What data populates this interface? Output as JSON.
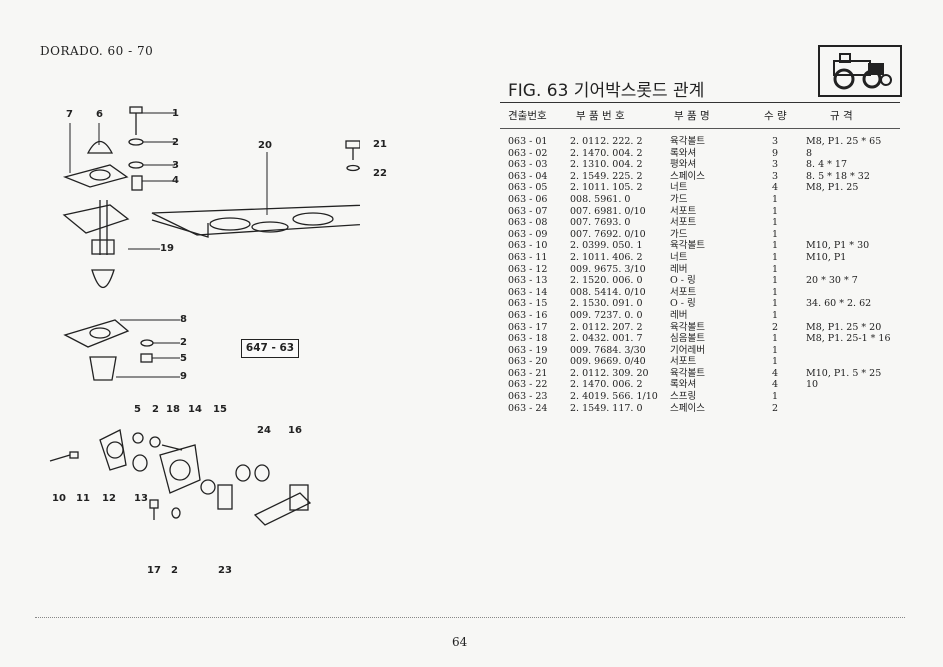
{
  "header": {
    "model": "DORADO. 60 - 70"
  },
  "figure": {
    "title": "FIG. 63 기어박스롯드 관계",
    "code": "647 - 63"
  },
  "table": {
    "columns": [
      "견출번호",
      "부 품 번 호",
      "부 품 명",
      "수 량",
      "규 격"
    ],
    "rows": [
      [
        "063 - 01",
        "2. 0112. 222. 2",
        "육각볼트",
        "3",
        "M8, P1. 25 * 65"
      ],
      [
        "063 - 02",
        "2. 1470. 004. 2",
        "록와셔",
        "9",
        "8"
      ],
      [
        "063 - 03",
        "2. 1310. 004. 2",
        "평와셔",
        "3",
        "8. 4 * 17"
      ],
      [
        "063 - 04",
        "2. 1549. 225. 2",
        "스페이스",
        "3",
        "8. 5 * 18 * 32"
      ],
      [
        "063 - 05",
        "2. 1011. 105. 2",
        "너트",
        "4",
        "M8, P1. 25"
      ],
      [
        "063 - 06",
        "008. 5961. 0",
        "가드",
        "1",
        ""
      ],
      [
        "063 - 07",
        "007. 6981. 0/10",
        "서포트",
        "1",
        ""
      ],
      [
        "063 - 08",
        "007. 7693. 0",
        "서포트",
        "1",
        ""
      ],
      [
        "063 - 09",
        "007. 7692. 0/10",
        "가드",
        "1",
        ""
      ],
      [
        "063 - 10",
        "2. 0399. 050. 1",
        "육각볼트",
        "1",
        "M10, P1 * 30"
      ],
      [
        "063 - 11",
        "2. 1011. 406. 2",
        "너트",
        "1",
        "M10, P1"
      ],
      [
        "063 - 12",
        "009. 9675. 3/10",
        "레버",
        "1",
        ""
      ],
      [
        "063 - 13",
        "2. 1520. 006. 0",
        "O - 링",
        "1",
        "20 * 30 * 7"
      ],
      [
        "063 - 14",
        "008. 5414. 0/10",
        "서포트",
        "1",
        ""
      ],
      [
        "063 - 15",
        "2. 1530. 091. 0",
        "O - 링",
        "1",
        "34. 60 * 2. 62"
      ],
      [
        "063 - 16",
        "009. 7237. 0. 0",
        "레버",
        "1",
        ""
      ],
      [
        "063 - 17",
        "2. 0112. 207. 2",
        "육각볼트",
        "2",
        "M8, P1. 25 * 20"
      ],
      [
        "063 - 18",
        "2. 0432. 001. 7",
        "심음볼트",
        "1",
        "M8, P1. 25-1 * 16"
      ],
      [
        "063 - 19",
        "009. 7684. 3/30",
        "기어레버",
        "1",
        ""
      ],
      [
        "063 - 20",
        "009. 9669. 0/40",
        "서포트",
        "1",
        ""
      ],
      [
        "063 - 21",
        "2. 0112. 309. 20",
        "육각볼트",
        "4",
        "M10, P1. 5 * 25"
      ],
      [
        "063 - 22",
        "2. 1470. 006. 2",
        "록와셔",
        "4",
        "10"
      ],
      [
        "063 - 23",
        "2. 4019. 566. 1/10",
        "스프링",
        "1",
        ""
      ],
      [
        "063 - 24",
        "2. 1549. 117. 0",
        "스페이스",
        "2",
        ""
      ]
    ]
  },
  "diagram": {
    "labels_top": [
      "7",
      "6",
      "1",
      "2",
      "3",
      "4",
      "19",
      "20",
      "21",
      "22"
    ],
    "labels_mid": [
      "8",
      "2",
      "5",
      "9"
    ],
    "labels_bottom_top": [
      "5",
      "2",
      "18",
      "14",
      "15",
      "24",
      "16"
    ],
    "labels_bottom_low": [
      "10",
      "11",
      "12",
      "13",
      "17",
      "2",
      "23"
    ]
  },
  "footer": {
    "page": "64"
  }
}
